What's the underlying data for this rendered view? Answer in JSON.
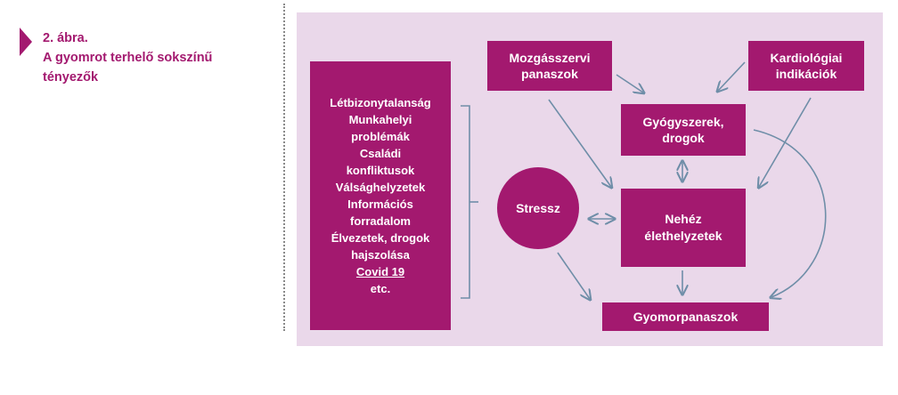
{
  "caption": {
    "figure_label": "2. ábra.",
    "title_line1": "A gyomrot terhelő sokszínű",
    "title_line2": "tényezők"
  },
  "factors": [
    "Létbizonytalanság",
    "Munkahelyi",
    "problémák",
    "Családi",
    "konfliktusok",
    "Válsághelyzetek",
    "Információs",
    "forradalom",
    "Élvezetek, drogok",
    "hajszolása",
    "Covid 19",
    "etc."
  ],
  "stress": "Stressz",
  "boxes": {
    "mozgasszervi": [
      "Mozgásszervi",
      "panaszok"
    ],
    "kardiologiai": [
      "Kardiológiai",
      "indikációk"
    ],
    "gyogyszerek": [
      "Gyógyszerek,",
      "drogok"
    ],
    "nehez": [
      "Nehéz",
      "élethelyzetek"
    ],
    "gyomor": "Gyomorpanaszok"
  },
  "colors": {
    "box_fill": "#a3196f",
    "panel_bg": "#ead8ea",
    "arrow": "#6f8ea8",
    "caption_text": "#a3196f"
  }
}
